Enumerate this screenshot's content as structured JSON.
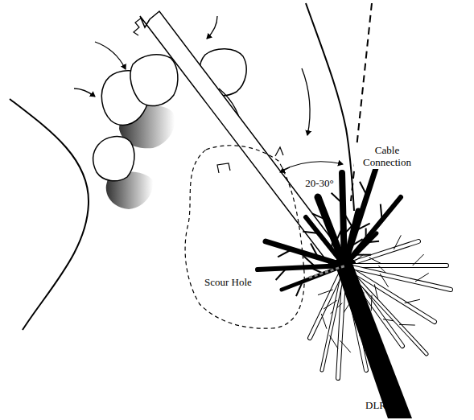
{
  "diagram": {
    "nodes": [
      {
        "text": [
          "Scour Hole"
        ]
      }
    ],
    "labels": [
      "20-30°",
      "Cable Connection",
      "DLR"
    ]
  }
}
